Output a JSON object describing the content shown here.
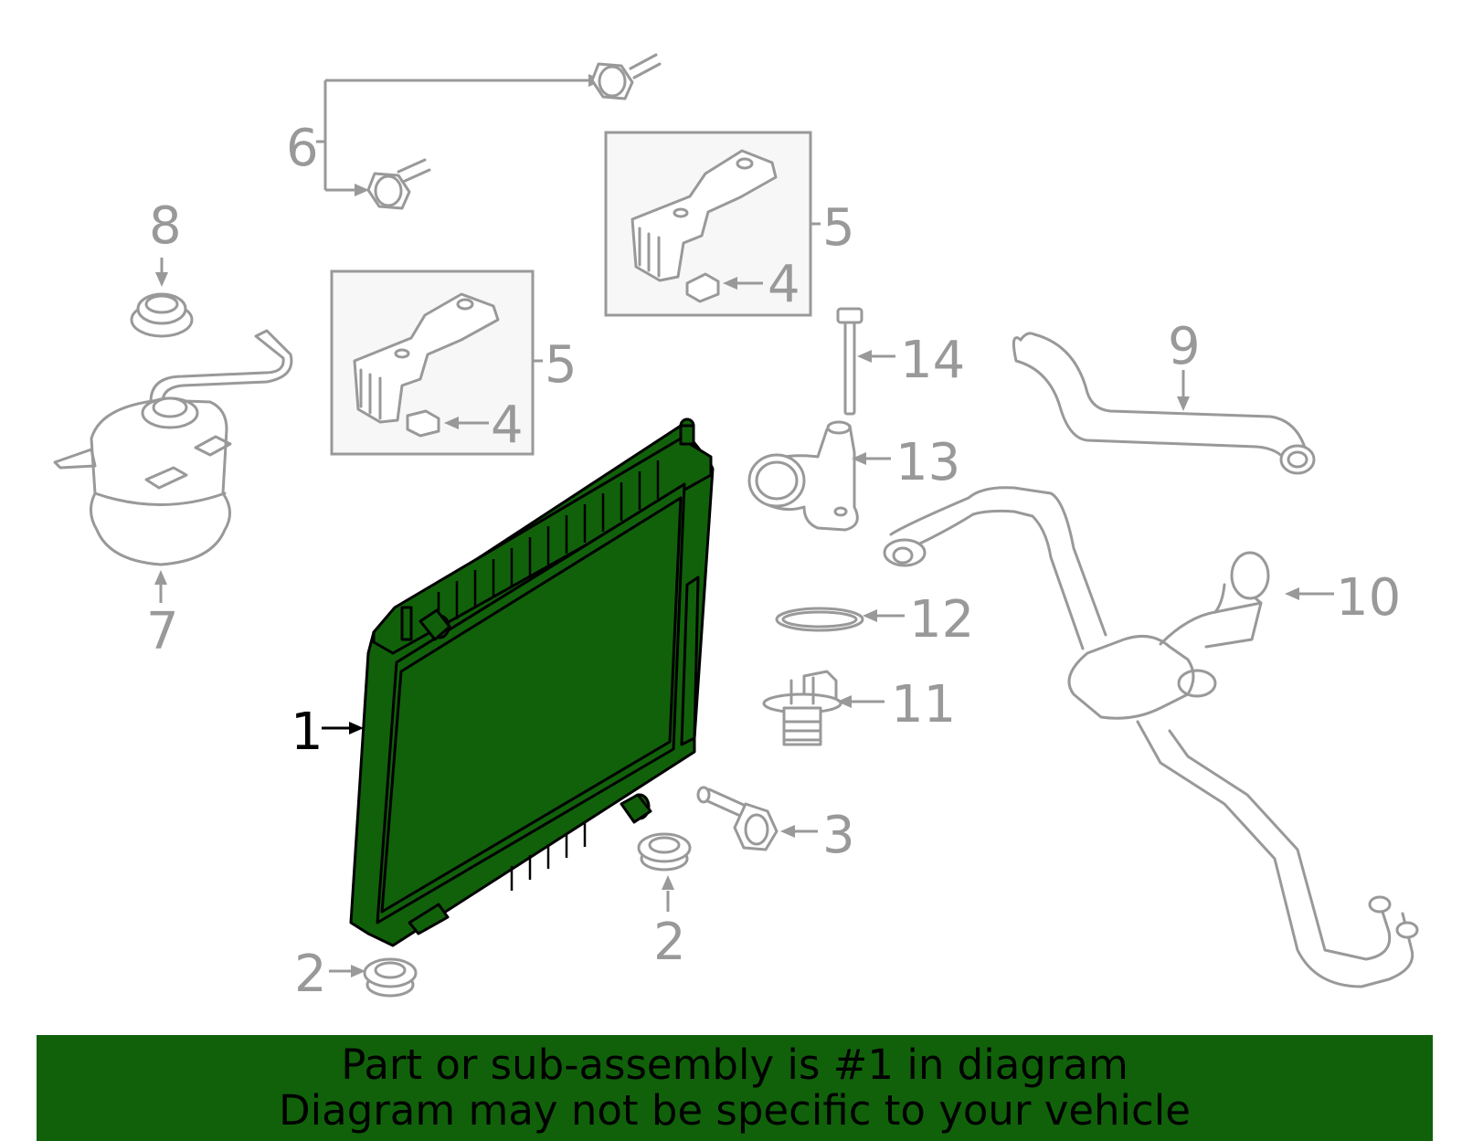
{
  "diagram": {
    "highlight_color": "#11610b",
    "line_color": "#999999",
    "callouts": {
      "radiator": "1",
      "insulator_lower_left": "2",
      "insulator_lower_right": "2",
      "bolt": "3",
      "nut_right": "4",
      "nut_left": "4",
      "bracket_right": "5",
      "bracket_left": "5",
      "bolts": "6",
      "reservoir": "7",
      "reservoir_cap": "8",
      "upper_hose": "9",
      "lower_hose": "10",
      "thermostat": "11",
      "gasket": "12",
      "thermostat_housing": "13",
      "housing_bolt": "14"
    }
  },
  "banner": {
    "line1": "Part or sub-assembly is #1 in diagram",
    "line2": "Diagram may not be specific to your vehicle",
    "background": "#11610b"
  }
}
